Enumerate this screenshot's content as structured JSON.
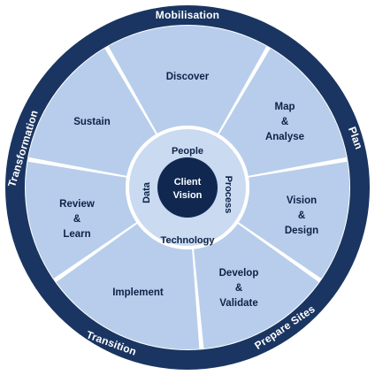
{
  "colors": {
    "outer_ring": "#1a3561",
    "segment_fill": "#b7cdeb",
    "segment_divider": "#ffffff",
    "hub_fill": "#c9daf1",
    "center_fill": "#102850",
    "label_dark": "#0d2347",
    "label_light": "#ffffff"
  },
  "outer_ring": {
    "labels": [
      "Mobilisation",
      "Plan",
      "Prepare Sites",
      "Transition",
      "Transformation"
    ]
  },
  "segments": [
    {
      "name": "discover",
      "lines": [
        "Discover"
      ]
    },
    {
      "name": "map-analyse",
      "lines": [
        "Map",
        "&",
        "Analyse"
      ]
    },
    {
      "name": "vision-design",
      "lines": [
        "Vision",
        "&",
        "Design"
      ]
    },
    {
      "name": "develop-validate",
      "lines": [
        "Develop",
        "&",
        "Validate"
      ]
    },
    {
      "name": "implement",
      "lines": [
        "Implement"
      ]
    },
    {
      "name": "review-learn",
      "lines": [
        "Review",
        "&",
        "Learn"
      ]
    },
    {
      "name": "sustain",
      "lines": [
        "Sustain"
      ]
    }
  ],
  "hub": {
    "labels": [
      "People",
      "Process",
      "Technology",
      "Data"
    ]
  },
  "center": {
    "lines": [
      "Client",
      "Vision"
    ]
  }
}
